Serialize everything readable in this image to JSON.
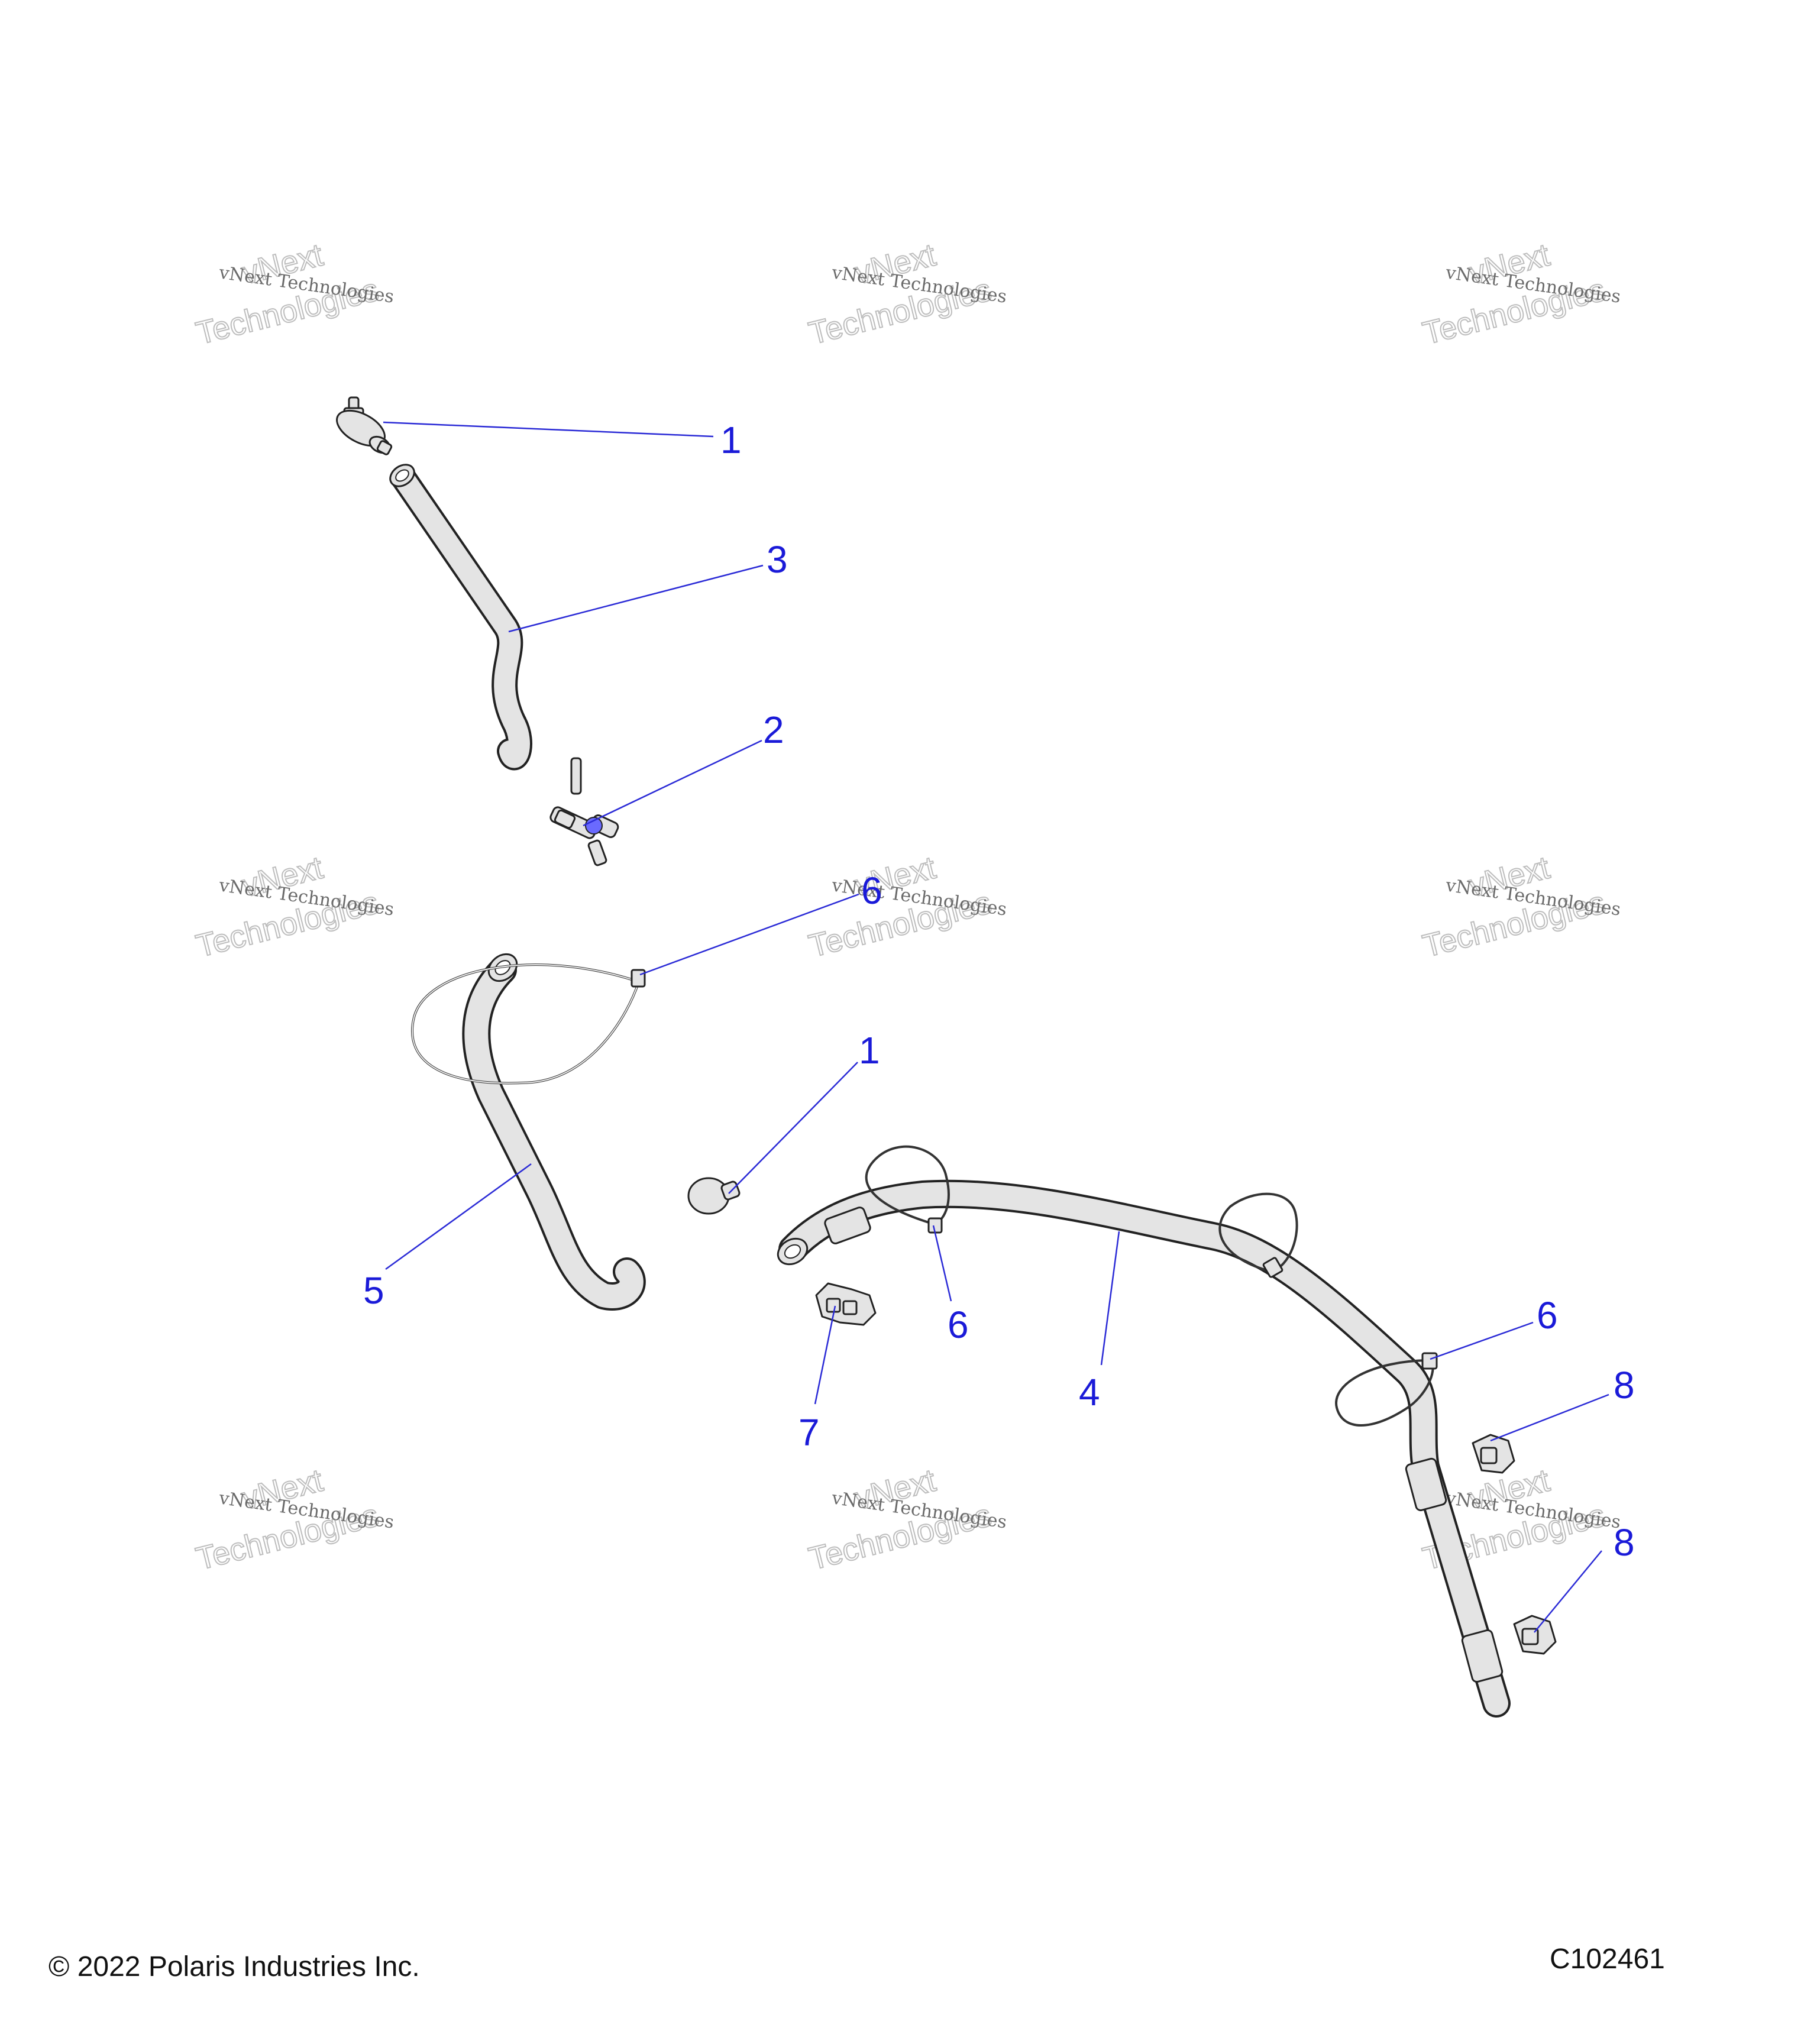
{
  "footer": {
    "copyright": "© 2022 Polaris Industries Inc.",
    "drawing_id": "C102461"
  },
  "watermark": {
    "line1": "vNext Technologies",
    "line2": "vNext",
    "line3": "Technologies"
  },
  "callouts": [
    {
      "label": "1",
      "part": "valve-top"
    },
    {
      "label": "3",
      "part": "hose-upper"
    },
    {
      "label": "2",
      "part": "tee-fitting"
    },
    {
      "label": "6",
      "part": "tie-left-loop"
    },
    {
      "label": "1",
      "part": "valve-middle"
    },
    {
      "label": "5",
      "part": "hose-left"
    },
    {
      "label": "6",
      "part": "tie-center"
    },
    {
      "label": "7",
      "part": "clip-small"
    },
    {
      "label": "4",
      "part": "hose-main"
    },
    {
      "label": "6",
      "part": "tie-right"
    },
    {
      "label": "8",
      "part": "clip-right-upper"
    },
    {
      "label": "8",
      "part": "clip-right-lower"
    }
  ]
}
